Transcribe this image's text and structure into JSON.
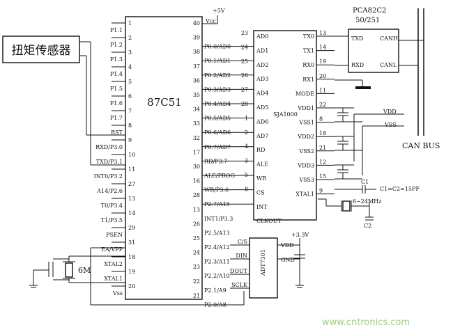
{
  "torque_sensor": "扭矩传感器",
  "mcu": {
    "name": "87C51",
    "vcc_label": "Vcc",
    "vcc_supply": "+5V",
    "left_pins": [
      {
        "label": "P1.1",
        "num": "1"
      },
      {
        "label": "P1.2",
        "num": "2"
      },
      {
        "label": "P1.3",
        "num": "3"
      },
      {
        "label": "P1.4",
        "num": "4"
      },
      {
        "label": "P1.5",
        "num": "5"
      },
      {
        "label": "P1.6",
        "num": "6"
      },
      {
        "label": "P1.7",
        "num": "7"
      },
      {
        "label": "RST",
        "num": "8"
      },
      {
        "label": "RXD/P3.0",
        "num": "9"
      },
      {
        "label": "TXD/P3.1",
        "num": "10"
      },
      {
        "label": "INT0/P3.2",
        "num": "11"
      },
      {
        "label": "A14/P2.6",
        "num": "27"
      },
      {
        "label": "T0/P3.4",
        "num": "13"
      },
      {
        "label": "T1/P3.5",
        "num": "14"
      },
      {
        "label": "PSEN",
        "num": "29"
      },
      {
        "label": "EA/VPP",
        "num": "31"
      },
      {
        "label": "XTAL2",
        "num": "18"
      },
      {
        "label": "XTAL1",
        "num": "19"
      },
      {
        "label": "Vss",
        "num": "20"
      }
    ],
    "right_pins": [
      {
        "label": "",
        "num": "40"
      },
      {
        "label": "P0.0/AD0",
        "num": "39"
      },
      {
        "label": "P0.1/AD1",
        "num": "38"
      },
      {
        "label": "P0.2/AD2",
        "num": "37"
      },
      {
        "label": "P0.3/AD3",
        "num": "36"
      },
      {
        "label": "P0.4/AD4",
        "num": "35"
      },
      {
        "label": "P0.5/AD5",
        "num": "34"
      },
      {
        "label": "P0.6/AD6",
        "num": "33"
      },
      {
        "label": "P0.7/AD7",
        "num": "32"
      },
      {
        "label": "RD/P3.7",
        "num": "17"
      },
      {
        "label": "ALE/PROG",
        "num": "30"
      },
      {
        "label": "WR/P3.6",
        "num": "16"
      },
      {
        "label": "P2.7/A15",
        "num": "28"
      },
      {
        "label": "INT1/P3.3",
        "num": "13"
      },
      {
        "label": "P2.5/A13",
        "num": "26"
      },
      {
        "label": "P2.4/A12",
        "num": "25"
      },
      {
        "label": "P2.3/A11",
        "num": "24"
      },
      {
        "label": "P2.2/A10",
        "num": "23"
      },
      {
        "label": "P2.1/A9",
        "num": "22"
      },
      {
        "label": "P2.0/A8",
        "num": "21"
      }
    ],
    "crystal": "6M"
  },
  "can_ctrl": {
    "name": "SJA1000",
    "left_pins": [
      {
        "label": "AD0",
        "num": "23"
      },
      {
        "label": "AD1",
        "num": "24"
      },
      {
        "label": "AD2",
        "num": "25"
      },
      {
        "label": "AD3",
        "num": "26"
      },
      {
        "label": "AD4",
        "num": "27"
      },
      {
        "label": "AD5",
        "num": "28"
      },
      {
        "label": "AD6",
        "num": "1"
      },
      {
        "label": "AD7",
        "num": "2"
      },
      {
        "label": "RD",
        "num": "4"
      },
      {
        "label": "ALE",
        "num": "3"
      },
      {
        "label": "WR",
        "num": "5"
      },
      {
        "label": "CS",
        "num": "8"
      },
      {
        "label": "INT",
        "num": ""
      },
      {
        "label": "CLKOUT",
        "num": ""
      }
    ],
    "right_pins": [
      {
        "label": "TX0",
        "num": "13"
      },
      {
        "label": "TX1",
        "num": "14"
      },
      {
        "label": "RX0",
        "num": "19"
      },
      {
        "label": "RX1",
        "num": "20"
      },
      {
        "label": "MODE",
        "num": "11"
      },
      {
        "label": "VDD1",
        "num": "22"
      },
      {
        "label": "VSS1",
        "num": "8"
      },
      {
        "label": "VDD2",
        "num": "18"
      },
      {
        "label": "VSS2",
        "num": "21"
      },
      {
        "label": "VDD3",
        "num": "12"
      },
      {
        "label": "VSS3",
        "num": "15"
      },
      {
        "label": "XTAL1",
        "num": "9"
      }
    ],
    "vdd": "VDD",
    "vss": "VSS",
    "crystal": "6~24MHz",
    "c1": "C1",
    "c2": "C2",
    "cap_note": "C1=C2=15PF"
  },
  "transceiver": {
    "name": "PCA82C2",
    "sub": "50/251",
    "txd": "TXD",
    "rxd": "RXD",
    "canh": "CANH",
    "canl": "CANL"
  },
  "can_bus": "CAN BUS",
  "adc": {
    "name": "ADT7301",
    "supply": "+3.3V",
    "pins_left": [
      "C/S",
      "DIN",
      "DOUT",
      "SCLK"
    ],
    "vdd": "VDD",
    "gnd": "GND"
  },
  "watermark": "www.cntronics.com"
}
